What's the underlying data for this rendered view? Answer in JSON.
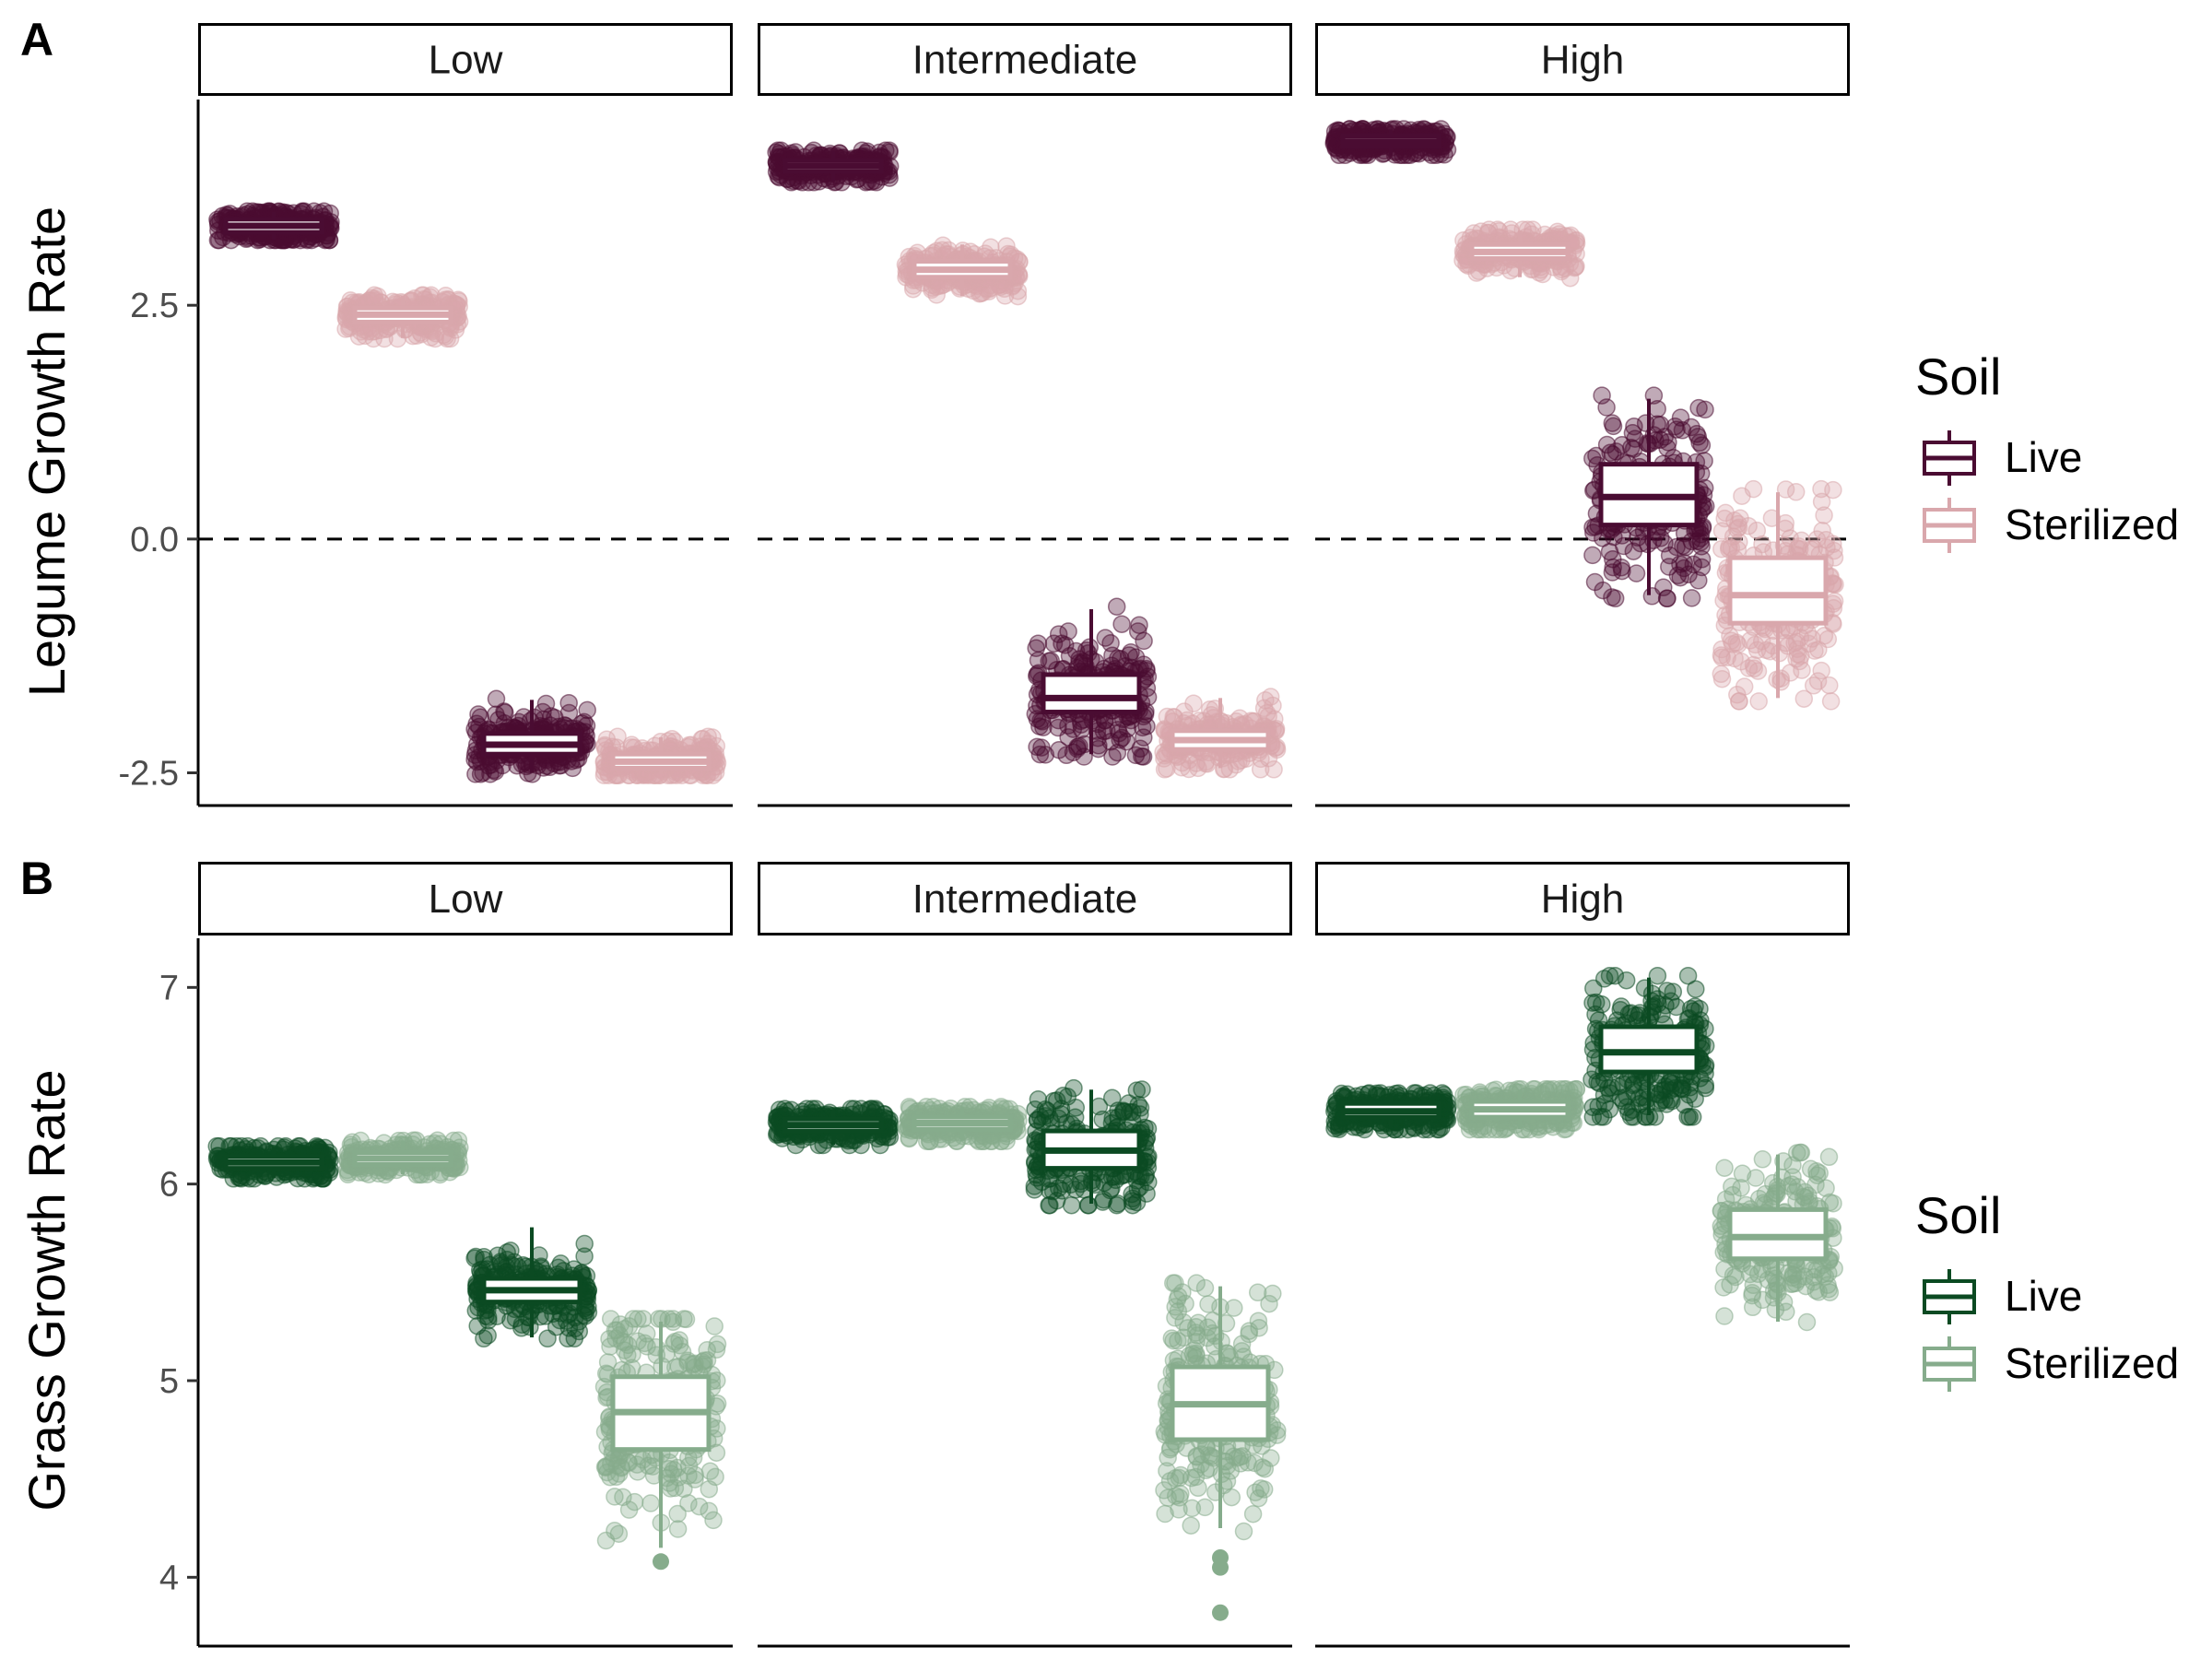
{
  "colors": {
    "legume_live": "#4a0c32",
    "legume_sterilized": "#d9a7ac",
    "grass_live": "#0b4a22",
    "grass_sterilized": "#86ac8c"
  },
  "chart_data": [
    {
      "type": "box",
      "panel_label": "A",
      "ylabel": "Legume Growth Rate",
      "ylim": [
        -2.85,
        4.7
      ],
      "yticks": [
        2.5,
        0.0,
        -2.5
      ],
      "ytick_labels": [
        "2.5",
        "0.0",
        "-2.5"
      ],
      "reference_line": 0,
      "facets": [
        "Low",
        "Intermediate",
        "High"
      ],
      "legend": {
        "title": "Soil",
        "entries": [
          "Live",
          "Sterilized"
        ],
        "placement": "right"
      },
      "groups": [
        {
          "facet": "Low",
          "slot": 0,
          "soil": "Live",
          "q1": 3.28,
          "median": 3.35,
          "q3": 3.42,
          "wlo": 3.2,
          "whi": 3.5,
          "spread": 0.09
        },
        {
          "facet": "Low",
          "slot": 1,
          "soil": "Sterilized",
          "q1": 2.32,
          "median": 2.4,
          "q3": 2.47,
          "wlo": 2.15,
          "whi": 2.6,
          "spread": 0.15
        },
        {
          "facet": "Low",
          "slot": 2,
          "soil": "Live",
          "q1": -2.3,
          "median": -2.2,
          "q3": -2.08,
          "wlo": -2.5,
          "whi": -1.72,
          "spread": 0.27
        },
        {
          "facet": "Low",
          "slot": 3,
          "soil": "Sterilized",
          "q1": -2.45,
          "median": -2.38,
          "q3": -2.3,
          "wlo": -2.52,
          "whi": -2.12,
          "spread": 0.14
        },
        {
          "facet": "Intermediate",
          "slot": 0,
          "soil": "Live",
          "q1": 3.93,
          "median": 3.99,
          "q3": 4.05,
          "wlo": 3.82,
          "whi": 4.15,
          "spread": 0.1
        },
        {
          "facet": "Intermediate",
          "slot": 1,
          "soil": "Sterilized",
          "q1": 2.8,
          "median": 2.88,
          "q3": 2.97,
          "wlo": 2.6,
          "whi": 3.15,
          "spread": 0.2
        },
        {
          "facet": "Intermediate",
          "slot": 2,
          "soil": "Live",
          "q1": -1.85,
          "median": -1.7,
          "q3": -1.45,
          "wlo": -2.3,
          "whi": -0.75,
          "spread": 0.55
        },
        {
          "facet": "Intermediate",
          "slot": 3,
          "soil": "Sterilized",
          "q1": -2.25,
          "median": -2.15,
          "q3": -2.05,
          "wlo": -2.45,
          "whi": -1.7,
          "spread": 0.27
        },
        {
          "facet": "High",
          "slot": 0,
          "soil": "Live",
          "q1": 4.2,
          "median": 4.25,
          "q3": 4.31,
          "wlo": 4.11,
          "whi": 4.38,
          "spread": 0.09
        },
        {
          "facet": "High",
          "slot": 1,
          "soil": "Sterilized",
          "q1": 3.0,
          "median": 3.07,
          "q3": 3.15,
          "wlo": 2.8,
          "whi": 3.3,
          "spread": 0.18
        },
        {
          "facet": "High",
          "slot": 2,
          "soil": "Live",
          "q1": 0.15,
          "median": 0.45,
          "q3": 0.8,
          "wlo": -0.6,
          "whi": 1.5,
          "spread": 0.7
        },
        {
          "facet": "High",
          "slot": 3,
          "soil": "Sterilized",
          "q1": -0.9,
          "median": -0.6,
          "q3": -0.2,
          "wlo": -1.7,
          "whi": 0.5,
          "spread": 0.7
        }
      ]
    },
    {
      "type": "box",
      "panel_label": "B",
      "ylabel": "Grass Growth Rate",
      "ylim": [
        3.65,
        7.25
      ],
      "yticks": [
        7,
        6,
        5,
        4
      ],
      "ytick_labels": [
        "7",
        "6",
        "5",
        "4"
      ],
      "facets": [
        "Low",
        "Intermediate",
        "High"
      ],
      "legend": {
        "title": "Soil",
        "entries": [
          "Live",
          "Sterilized"
        ],
        "placement": "right"
      },
      "groups": [
        {
          "facet": "Low",
          "slot": 0,
          "soil": "Live",
          "q1": 6.08,
          "median": 6.11,
          "q3": 6.14,
          "wlo": 6.03,
          "whi": 6.19,
          "spread": 0.05
        },
        {
          "facet": "Low",
          "slot": 1,
          "soil": "Sterilized",
          "q1": 6.1,
          "median": 6.13,
          "q3": 6.16,
          "wlo": 6.05,
          "whi": 6.22,
          "spread": 0.05
        },
        {
          "facet": "Low",
          "slot": 2,
          "soil": "Live",
          "q1": 5.4,
          "median": 5.46,
          "q3": 5.52,
          "wlo": 5.22,
          "whi": 5.78,
          "spread": 0.12
        },
        {
          "facet": "Low",
          "slot": 3,
          "soil": "Sterilized",
          "q1": 4.65,
          "median": 4.84,
          "q3": 5.02,
          "wlo": 4.15,
          "whi": 5.3,
          "spread": 0.28,
          "outliers": [
            4.08
          ]
        },
        {
          "facet": "Intermediate",
          "slot": 0,
          "soil": "Live",
          "q1": 6.27,
          "median": 6.3,
          "q3": 6.33,
          "wlo": 6.2,
          "whi": 6.38,
          "spread": 0.05
        },
        {
          "facet": "Intermediate",
          "slot": 1,
          "soil": "Sterilized",
          "q1": 6.28,
          "median": 6.31,
          "q3": 6.34,
          "wlo": 6.22,
          "whi": 6.39,
          "spread": 0.05
        },
        {
          "facet": "Intermediate",
          "slot": 2,
          "soil": "Live",
          "q1": 6.08,
          "median": 6.17,
          "q3": 6.27,
          "wlo": 5.9,
          "whi": 6.48,
          "spread": 0.16
        },
        {
          "facet": "Intermediate",
          "slot": 3,
          "soil": "Sterilized",
          "q1": 4.7,
          "median": 4.88,
          "q3": 5.07,
          "wlo": 4.25,
          "whi": 5.48,
          "spread": 0.33,
          "outliers": [
            4.1,
            4.05,
            3.82
          ]
        },
        {
          "facet": "High",
          "slot": 0,
          "soil": "Live",
          "q1": 6.34,
          "median": 6.37,
          "q3": 6.41,
          "wlo": 6.28,
          "whi": 6.46,
          "spread": 0.05
        },
        {
          "facet": "High",
          "slot": 1,
          "soil": "Sterilized",
          "q1": 6.34,
          "median": 6.38,
          "q3": 6.42,
          "wlo": 6.28,
          "whi": 6.48,
          "spread": 0.05
        },
        {
          "facet": "High",
          "slot": 2,
          "soil": "Live",
          "q1": 6.57,
          "median": 6.67,
          "q3": 6.8,
          "wlo": 6.35,
          "whi": 7.05,
          "spread": 0.18
        },
        {
          "facet": "High",
          "slot": 3,
          "soil": "Sterilized",
          "q1": 5.62,
          "median": 5.73,
          "q3": 5.87,
          "wlo": 5.3,
          "whi": 6.15,
          "spread": 0.2
        }
      ]
    }
  ]
}
